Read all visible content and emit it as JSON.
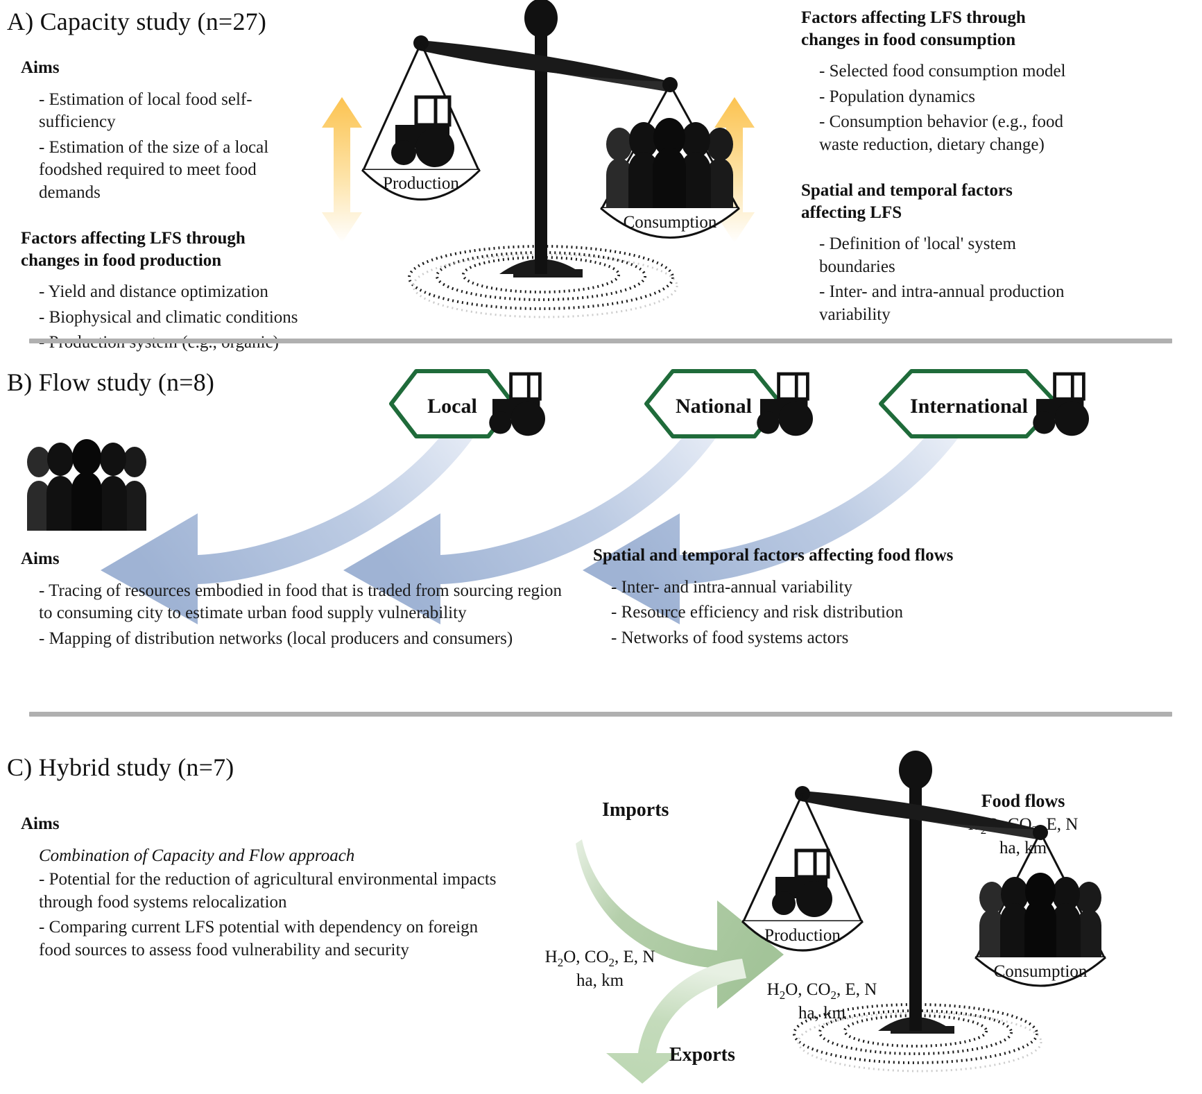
{
  "panels": {
    "a": {
      "title": "A) Capacity study (n=27)",
      "left": {
        "aims_head": "Aims",
        "aims": [
          "- Estimation of local food self-sufficiency",
          "- Estimation of the size of a local foodshed required to meet food demands"
        ],
        "factors_head": "Factors affecting LFS through changes in food production",
        "factors": [
          "- Yield and distance optimization",
          "- Biophysical and climatic conditions",
          "- Production system (e.g., organic)"
        ]
      },
      "right": {
        "consumption_head": "Factors affecting LFS through changes in food consumption",
        "consumption": [
          "- Selected food consumption model",
          "- Population dynamics",
          "- Consumption behavior (e.g., food waste reduction, dietary change)"
        ],
        "spatial_head": "Spatial and temporal factors affecting LFS",
        "spatial": [
          "- Definition of 'local' system boundaries",
          "- Inter- and intra-annual production variability"
        ]
      },
      "scale": {
        "left_pan_label": "Production",
        "right_pan_label": "Consumption"
      }
    },
    "b": {
      "title": "B) Flow study (n=8)",
      "nodes": [
        "Local",
        "National",
        "International"
      ],
      "food_flows": {
        "title": "Food flows",
        "line1_pre": "H",
        "line1": "H2O, CO2, E, N",
        "line2": "ha, km"
      },
      "aims_head": "Aims",
      "aims": [
        "- Tracing of resources embodied in food that is traded from sourcing region to consuming city to estimate urban food supply vulnerability",
        "- Mapping of distribution networks (local producers and consumers)"
      ],
      "factors_head": "Spatial and temporal factors affecting food flows",
      "factors": [
        "- Inter- and intra-annual variability",
        "- Resource efficiency and risk distribution",
        "- Networks of food systems actors"
      ]
    },
    "c": {
      "title": "C) Hybrid study (n=7)",
      "aims_head": "Aims",
      "aims_italic": "Combination of Capacity and Flow approach",
      "aims": [
        "- Potential for the reduction of agricultural environmental impacts through food systems relocalization",
        "- Comparing current LFS potential with dependency on foreign food sources to assess food vulnerability and security"
      ],
      "imports_label": "Imports",
      "exports_label": "Exports",
      "resources_left_line1": "H2O, CO2, E, N",
      "resources_left_line2": "ha, km",
      "resources_right_line1": "H2O, CO2, E, N",
      "resources_right_line2": "ha, km",
      "scale": {
        "left_pan_label": "Production",
        "right_pan_label": "Consumption"
      }
    }
  },
  "colors": {
    "divider": "#b0b0b0",
    "green_node_stroke": "#1f6b3a",
    "blue_arrow": "#b8c7e0",
    "green_arrow": "#a9c79f",
    "yellow_arrow": "#fcc350",
    "ink": "#111111"
  }
}
